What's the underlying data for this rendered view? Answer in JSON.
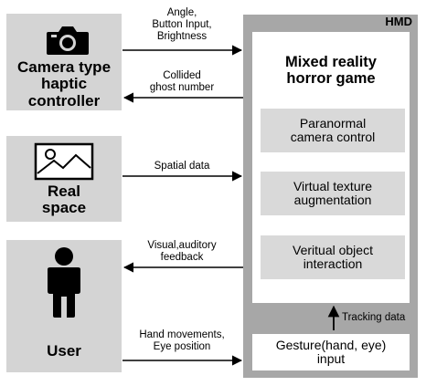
{
  "left_boxes": {
    "camera": {
      "label_line1": "Camera type",
      "label_line2": "haptic",
      "label_line3": "controller",
      "icon": "camera-icon"
    },
    "space": {
      "label_line1": "Real",
      "label_line2": "space",
      "icon": "landscape-image-icon"
    },
    "user": {
      "label": "User",
      "icon": "person-icon"
    }
  },
  "arrows": {
    "to_hmd_1": {
      "line1": "Angle,",
      "line2": "Button Input,",
      "line3": "Brightness"
    },
    "from_hmd_1": {
      "line1": "Collided",
      "line2": "ghost number"
    },
    "to_hmd_2": {
      "line1": "Spatial data"
    },
    "from_hmd_2": {
      "line1": "Visual,auditory",
      "line2": "feedback"
    },
    "to_hmd_3": {
      "line1": "Hand movements,",
      "line2": "Eye position"
    },
    "tracking": {
      "line1": "Tracking data"
    }
  },
  "hmd": {
    "title": "HMD",
    "game_title_line1": "Mixed reality",
    "game_title_line2": "horror game",
    "modules": [
      {
        "line1": "Paranormal",
        "line2": "camera control"
      },
      {
        "line1": "Virtual texture",
        "line2": "augmentation"
      },
      {
        "line1": "Veritual object",
        "line2": "interaction"
      }
    ],
    "input_box": {
      "line1": "Gesture(hand, eye)",
      "line2": "input"
    }
  }
}
